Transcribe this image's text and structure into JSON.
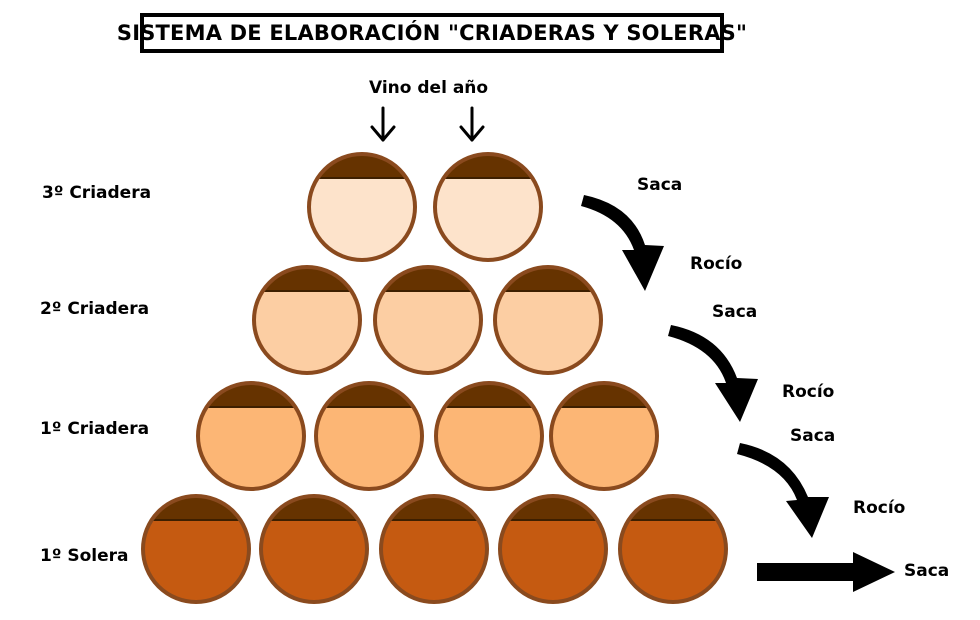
{
  "title": "SISTEMA DE ELABORACIÓN \"CRIADERAS Y SOLERAS\"",
  "input_label": "Vino del año",
  "rows": [
    {
      "label": "3º Criadera",
      "barrels": 2,
      "color": "#fde3cb"
    },
    {
      "label": "2º Criadera",
      "barrels": 3,
      "color": "#fccea3"
    },
    {
      "label": "1º Criadera",
      "barrels": 4,
      "color": "#fcb675"
    },
    {
      "label": "1º Solera",
      "barrels": 5,
      "color": "#c55a11"
    }
  ],
  "barrel_top_color": "#663300",
  "barrel_rim_color": "#8a4a1e",
  "flow_labels": {
    "saca": "Saca",
    "rocio": "Rocío"
  }
}
